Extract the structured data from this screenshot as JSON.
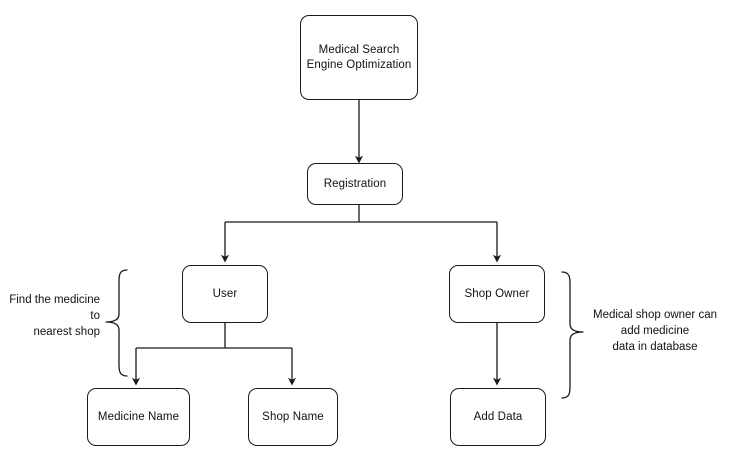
{
  "diagram": {
    "title": "Medical Search Engine Optimization flowchart",
    "stroke_color": "#1a1a1a",
    "text_color": "#111111",
    "background_color": "#ffffff",
    "nodes": [
      {
        "id": "root",
        "label": "Medical Search\nEngine Optimization"
      },
      {
        "id": "registration",
        "label": "Registration"
      },
      {
        "id": "user",
        "label": "User"
      },
      {
        "id": "shop_owner",
        "label": "Shop Owner"
      },
      {
        "id": "medicine_name",
        "label": "Medicine Name"
      },
      {
        "id": "shop_name",
        "label": "Shop Name"
      },
      {
        "id": "add_data",
        "label": "Add Data"
      }
    ],
    "annotations": [
      {
        "id": "left_note",
        "label": "Find the medicine to\nnearest shop"
      },
      {
        "id": "right_note",
        "label": "Medical shop owner can\nadd medicine\ndata in database"
      }
    ],
    "edges": [
      {
        "from": "root",
        "to": "registration"
      },
      {
        "from": "registration",
        "to": "user"
      },
      {
        "from": "registration",
        "to": "shop_owner"
      },
      {
        "from": "user",
        "to": "medicine_name"
      },
      {
        "from": "user",
        "to": "shop_name"
      },
      {
        "from": "shop_owner",
        "to": "add_data"
      }
    ]
  }
}
